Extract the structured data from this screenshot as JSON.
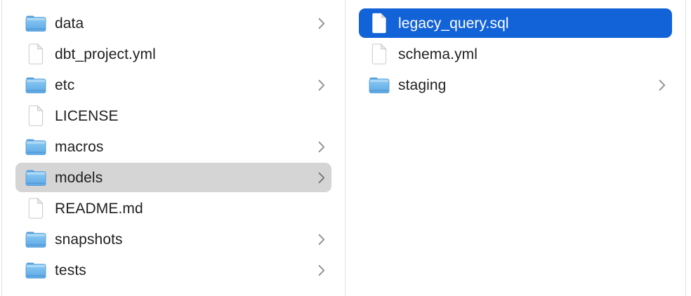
{
  "app": {
    "view": "finder-column-browser"
  },
  "colors": {
    "background": "#ffffff",
    "divider": "#e3e3e3",
    "selection_blue": "#1363d8",
    "selection_gray": "#d5d5d5",
    "text": "#1f1f1f",
    "text_selected": "#ffffff",
    "chevron": "#909090",
    "chevron_on_gray": "#777777",
    "folder_blue_top": "#8ccaf3",
    "folder_blue_bottom": "#5ea9e6"
  },
  "columns": [
    {
      "name": "parent-folder-column",
      "items": [
        {
          "label": "data",
          "icon": "folder-icon",
          "chevron": true,
          "selected": "none"
        },
        {
          "label": "dbt_project.yml",
          "icon": "file-icon",
          "chevron": false,
          "selected": "none"
        },
        {
          "label": "etc",
          "icon": "folder-icon",
          "chevron": true,
          "selected": "none"
        },
        {
          "label": "LICENSE",
          "icon": "file-icon",
          "chevron": false,
          "selected": "none"
        },
        {
          "label": "macros",
          "icon": "folder-icon",
          "chevron": true,
          "selected": "none"
        },
        {
          "label": "models",
          "icon": "folder-icon",
          "chevron": true,
          "selected": "gray"
        },
        {
          "label": "README.md",
          "icon": "file-icon",
          "chevron": false,
          "selected": "none"
        },
        {
          "label": "snapshots",
          "icon": "folder-icon",
          "chevron": true,
          "selected": "none"
        },
        {
          "label": "tests",
          "icon": "folder-icon",
          "chevron": true,
          "selected": "none"
        }
      ]
    },
    {
      "name": "models-folder-column",
      "items": [
        {
          "label": "legacy_query.sql",
          "icon": "file-icon",
          "chevron": false,
          "selected": "blue"
        },
        {
          "label": "schema.yml",
          "icon": "file-icon",
          "chevron": false,
          "selected": "none"
        },
        {
          "label": "staging",
          "icon": "folder-icon",
          "chevron": true,
          "selected": "none"
        }
      ]
    }
  ]
}
